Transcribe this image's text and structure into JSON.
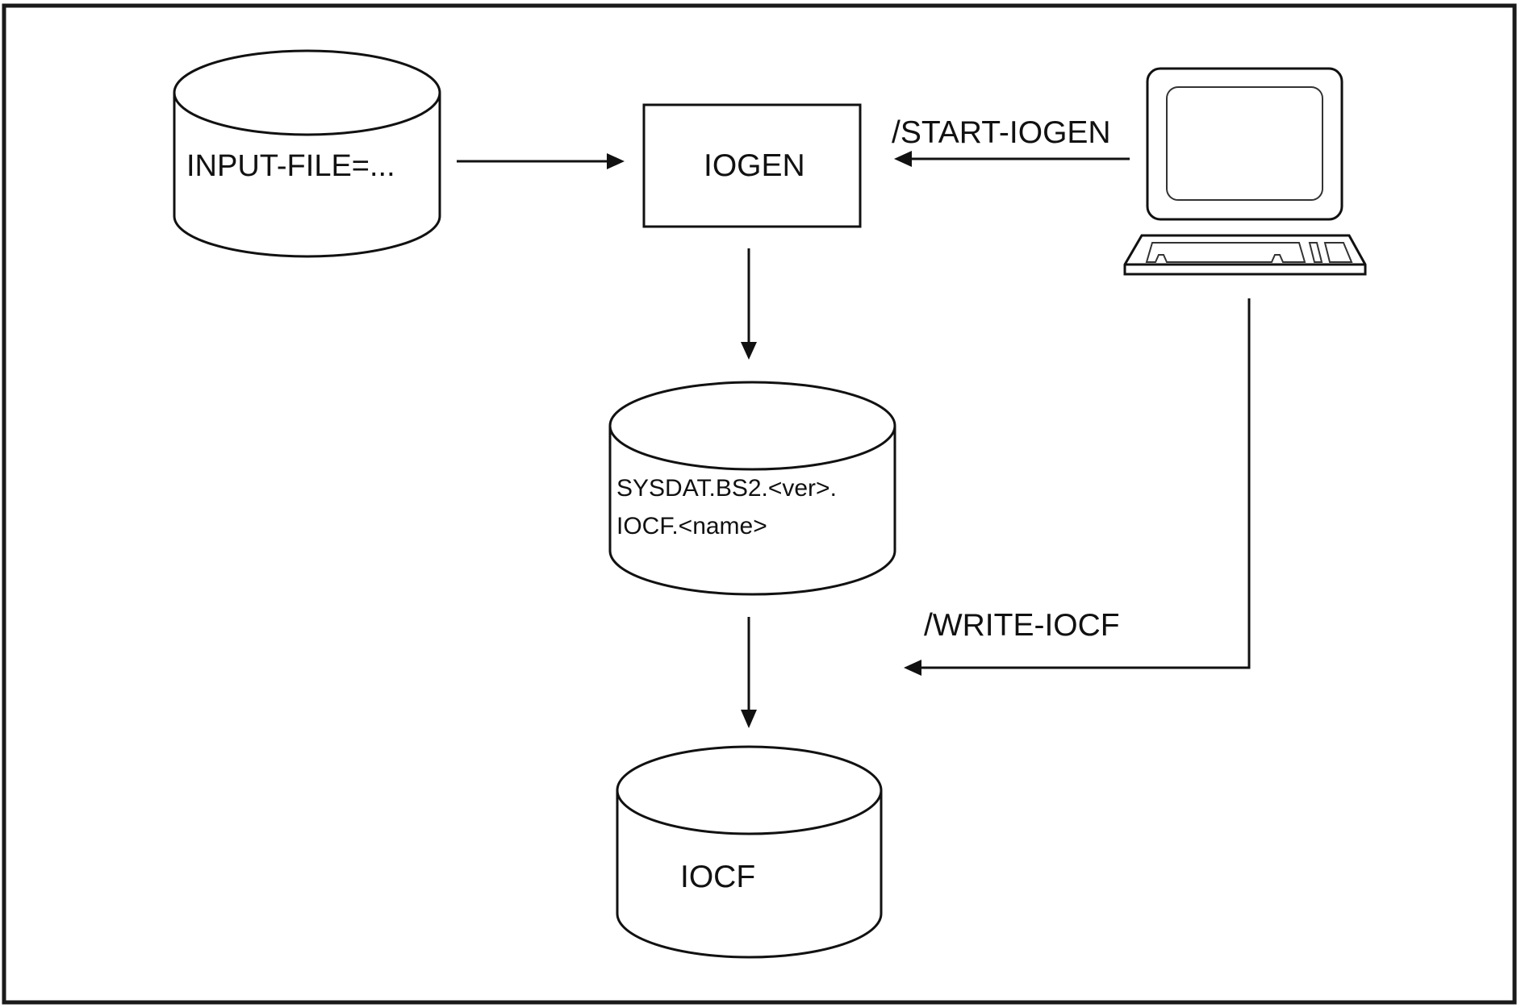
{
  "diagram": {
    "nodes": {
      "input_file": {
        "type": "datastore",
        "label": "INPUT-FILE=..."
      },
      "iogen": {
        "type": "process",
        "label": "IOGEN"
      },
      "sysdat": {
        "type": "datastore",
        "label_lines": [
          "SYSDAT.BS2.<ver>.",
          "IOCF.<name>"
        ]
      },
      "iocf": {
        "type": "datastore",
        "label": "IOCF"
      },
      "terminal": {
        "type": "terminal",
        "icon": "computer-terminal-icon"
      }
    },
    "edges": [
      {
        "from": "input_file",
        "to": "iogen",
        "label": ""
      },
      {
        "from": "terminal",
        "to": "iogen",
        "label": "/START-IOGEN"
      },
      {
        "from": "iogen",
        "to": "sysdat",
        "label": ""
      },
      {
        "from": "sysdat",
        "to": "iocf",
        "label": ""
      },
      {
        "from": "terminal",
        "to": "iocf-flow",
        "label": "/WRITE-IOCF"
      }
    ]
  }
}
